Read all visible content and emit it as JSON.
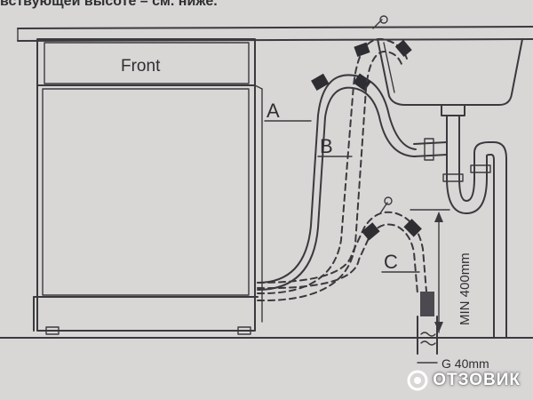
{
  "header_text": "вствующей высоте – см. ниже.",
  "labels": {
    "front": "Front",
    "hose_a": "A",
    "hose_b": "B",
    "hose_c": "C",
    "min_height": "MIN 400mm",
    "drain_diameter": "G 40mm"
  },
  "watermark": "ОТЗОВИК",
  "colors": {
    "ink": "#3a3a3e",
    "paper": "#d9d7d6",
    "watermark": "#ffffff"
  }
}
